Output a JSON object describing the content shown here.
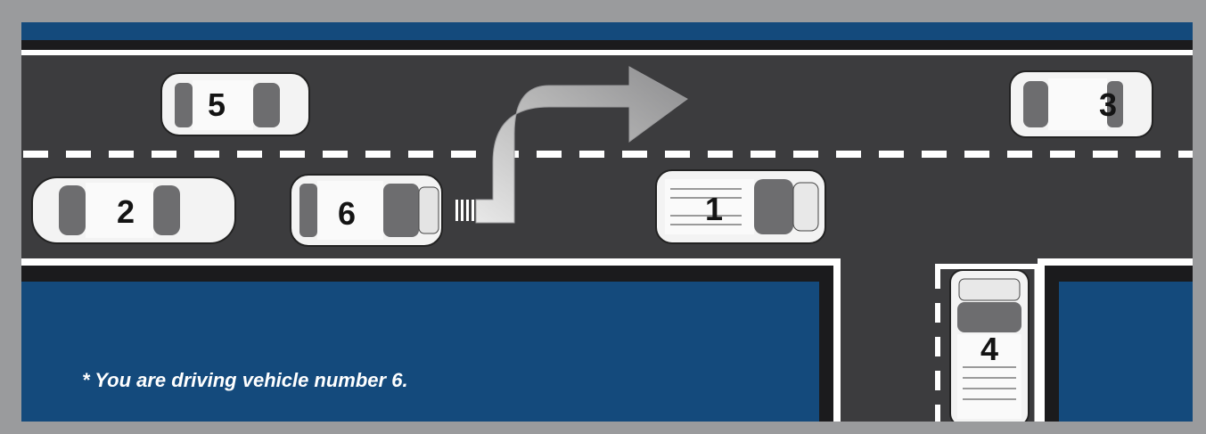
{
  "scene": {
    "note": "* You are driving vehicle number 6.",
    "colors": {
      "frame": "#9a9b9d",
      "road": "#3c3c3e",
      "block": "#144a7c",
      "curb": "#1b1b1d",
      "line": "#ffffff",
      "car_body": "#f3f3f3",
      "glass": "#6d6d6f"
    },
    "vehicles": [
      {
        "label": "1"
      },
      {
        "label": "2"
      },
      {
        "label": "3"
      },
      {
        "label": "4"
      },
      {
        "label": "5"
      },
      {
        "label": "6"
      }
    ],
    "turn_arrow": {
      "direction": "right-turn"
    }
  }
}
